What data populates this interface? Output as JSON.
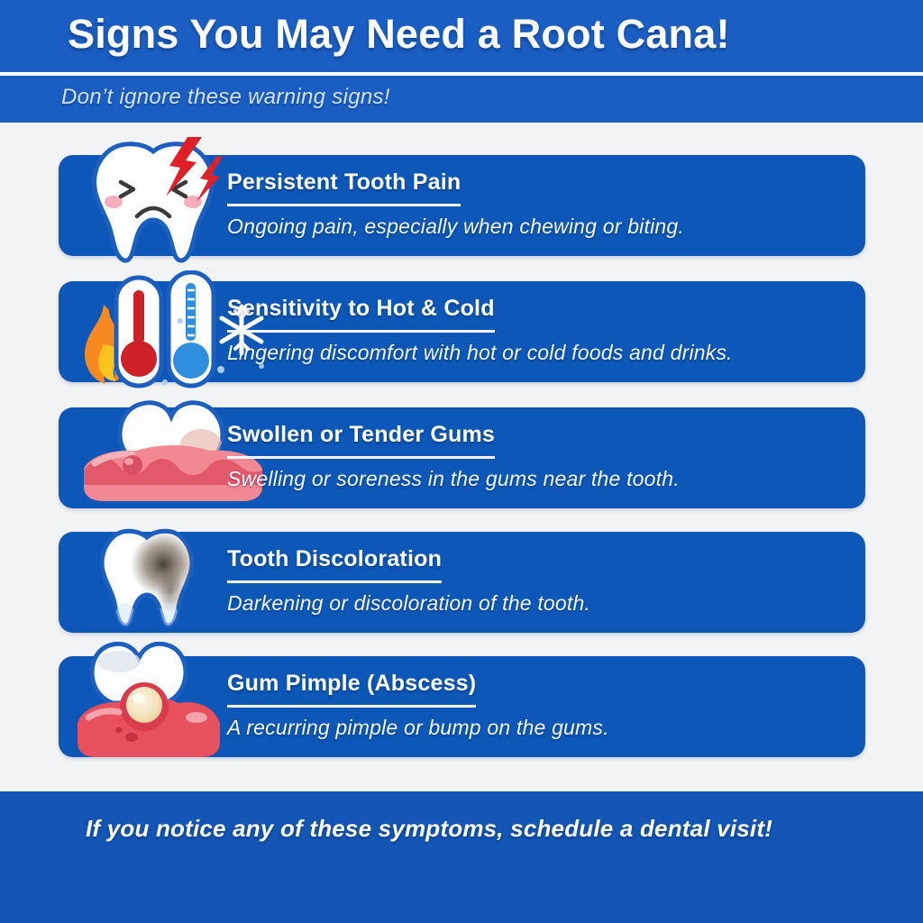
{
  "colors": {
    "header_blue": "#1a5ec4",
    "card_blue": "#0c57b7",
    "footer_blue": "#1356b6",
    "page_background": "#f2f3f5",
    "text_white": "#ffffff",
    "subtitle_light": "#d4e2f7",
    "tooth_outline_blue": "#1c5fc1",
    "alert_red": "#df2127",
    "gum_pink": "#f28894",
    "gum_red": "#e7515e"
  },
  "header": {
    "title": "Signs You May Need a Root Cana!",
    "subtitle": "Don’t ignore these warning signs!"
  },
  "items": [
    {
      "icon": "pained-tooth-icon",
      "heading": "Persistent Tooth Pain",
      "description": "Ongoing pain, especially when chewing or biting."
    },
    {
      "icon": "hot-cold-thermometers-icon",
      "heading": "Sensitivity to Hot & Cold",
      "description": "Lingering discomfort with hot or cold foods and drinks."
    },
    {
      "icon": "swollen-gums-icon",
      "heading": "Swollen or Tender Gums",
      "description": "Swelling or soreness in the gums near the tooth."
    },
    {
      "icon": "discolored-tooth-icon",
      "heading": "Tooth Discoloration",
      "description": "Darkening or discoloration of the tooth."
    },
    {
      "icon": "gum-abscess-icon",
      "heading": "Gum Pimple (Abscess)",
      "description": "A recurring pimple or bump on the gums."
    }
  ],
  "footer": {
    "message": "If you notice any of these symptoms, schedule a dental visit!"
  }
}
